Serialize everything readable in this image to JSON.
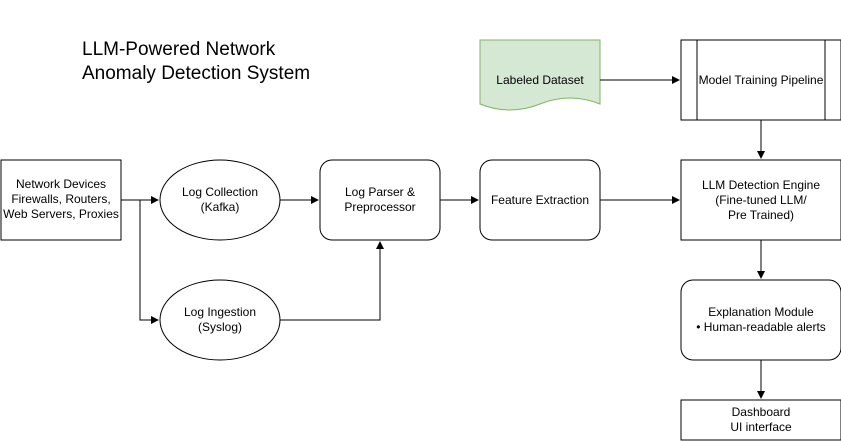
{
  "title": {
    "line1": "LLM-Powered Network",
    "line2": "Anomaly Detection System"
  },
  "nodes": {
    "network_devices": [
      "Network Devices",
      "Firewalls, Routers,",
      "Web Servers, Proxies"
    ],
    "log_collection": [
      "Log Collection",
      "(Kafka)"
    ],
    "log_ingestion": [
      "Log Ingestion",
      "(Syslog)"
    ],
    "log_parser": [
      "Log Parser &",
      "Preprocessor"
    ],
    "feature_extraction": [
      "Feature Extraction"
    ],
    "labeled_dataset": [
      "Labeled Dataset"
    ],
    "model_training": [
      "Model Training Pipeline"
    ],
    "llm_engine": [
      "LLM Detection Engine",
      "(Fine-tuned LLM/",
      "Pre Trained)"
    ],
    "explanation_module": [
      "Explanation Module",
      "• Human-readable alerts"
    ],
    "dashboard": [
      "Dashboard",
      "UI interface"
    ]
  },
  "colors": {
    "labeled_dataset_fill": "#d5e8d4",
    "labeled_dataset_stroke": "#82b366",
    "stroke": "#000000"
  }
}
